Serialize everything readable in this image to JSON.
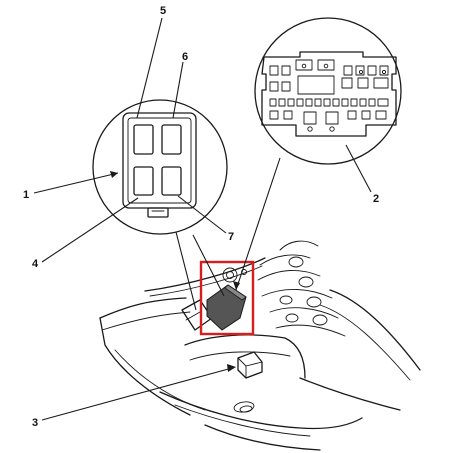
{
  "callouts": {
    "c1": "1",
    "c2": "2",
    "c3": "3",
    "c4": "4",
    "c5": "5",
    "c6": "6",
    "c7": "7"
  },
  "colors": {
    "highlight": "#d91c1c",
    "line": "#1a1a1a",
    "fuse_box_fill": "#555555"
  }
}
